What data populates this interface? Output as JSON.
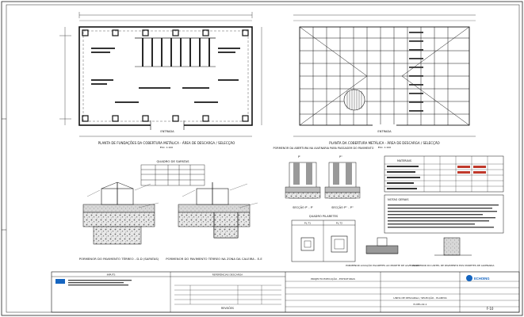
{
  "drawing": {
    "plan_left_title": "PLANTA DE FUNDAÇÕES DA COBERTURA METÁLICA - ÁREA DE DESCARGA / SELECÇÃO",
    "plan_left_scale": "ESC. 1:100",
    "plan_left_entry": "ENTRADA",
    "plan_right_title": "PLANTA DA COBERTURA METÁLICA - ÁREA DE DESCARGA / SELECÇÃO",
    "plan_right_scale": "ESC. 1:100",
    "plan_right_entry": "ENTRADA",
    "detail_opening_title": "PORMENOR DA ABERTURA NA ALVENARIA PARA PASSAGEM DO PAVIMENTO",
    "section_p": "SECÇÃO P' - P'",
    "section_pp": "SECÇÃO P'' - P''",
    "section_label_p1": "P'",
    "section_label_p2": "P''",
    "quadro_sapatas_title": "QUADRO DE SAPATAS",
    "quadro_pilaretes_title": "QUADRO PILARETES",
    "pilarete_1": "PL.T1",
    "pilarete_2": "PL.T2",
    "materials_title": "MATERIAIS",
    "notes_title": "NOTAS GERAIS",
    "detail_dd": "PORMENOR DO PAVIMENTO TÉRREO - D-D (SAPATAS)",
    "detail_ee": "PORMENOR DO PAVIMENTO TÉRREO NA ZONA DA CALEIRA - E-E",
    "detail_pilaretes": "PORMENOR LOCAÇÃO PILARETES AO MURETE DE ALVENARIA",
    "detail_lintel": "PORMENOR DO LINTEL DE PAVIMENTO EOS MURETES DE ALVENARIA",
    "inputs_header": "INPUTS",
    "refs_header": "REFERÊNCIAS DESCARGA",
    "revisoes": "REVISÕES",
    "company": "ECHOING",
    "project": "PROJECTO EXECUÇÃO - ESTRUTURAS",
    "sheet_title": "LINHA DE DESCARGA / SELECÇÃO - PLANTAS",
    "sheet_number": "F-10",
    "sheet_code": "E-DES-02-1"
  },
  "colors": {
    "line": "#1a1a1a",
    "accent": "#c0392b",
    "paper": "#ffffff",
    "hatch": "#555555",
    "logo": "#1565c0"
  }
}
